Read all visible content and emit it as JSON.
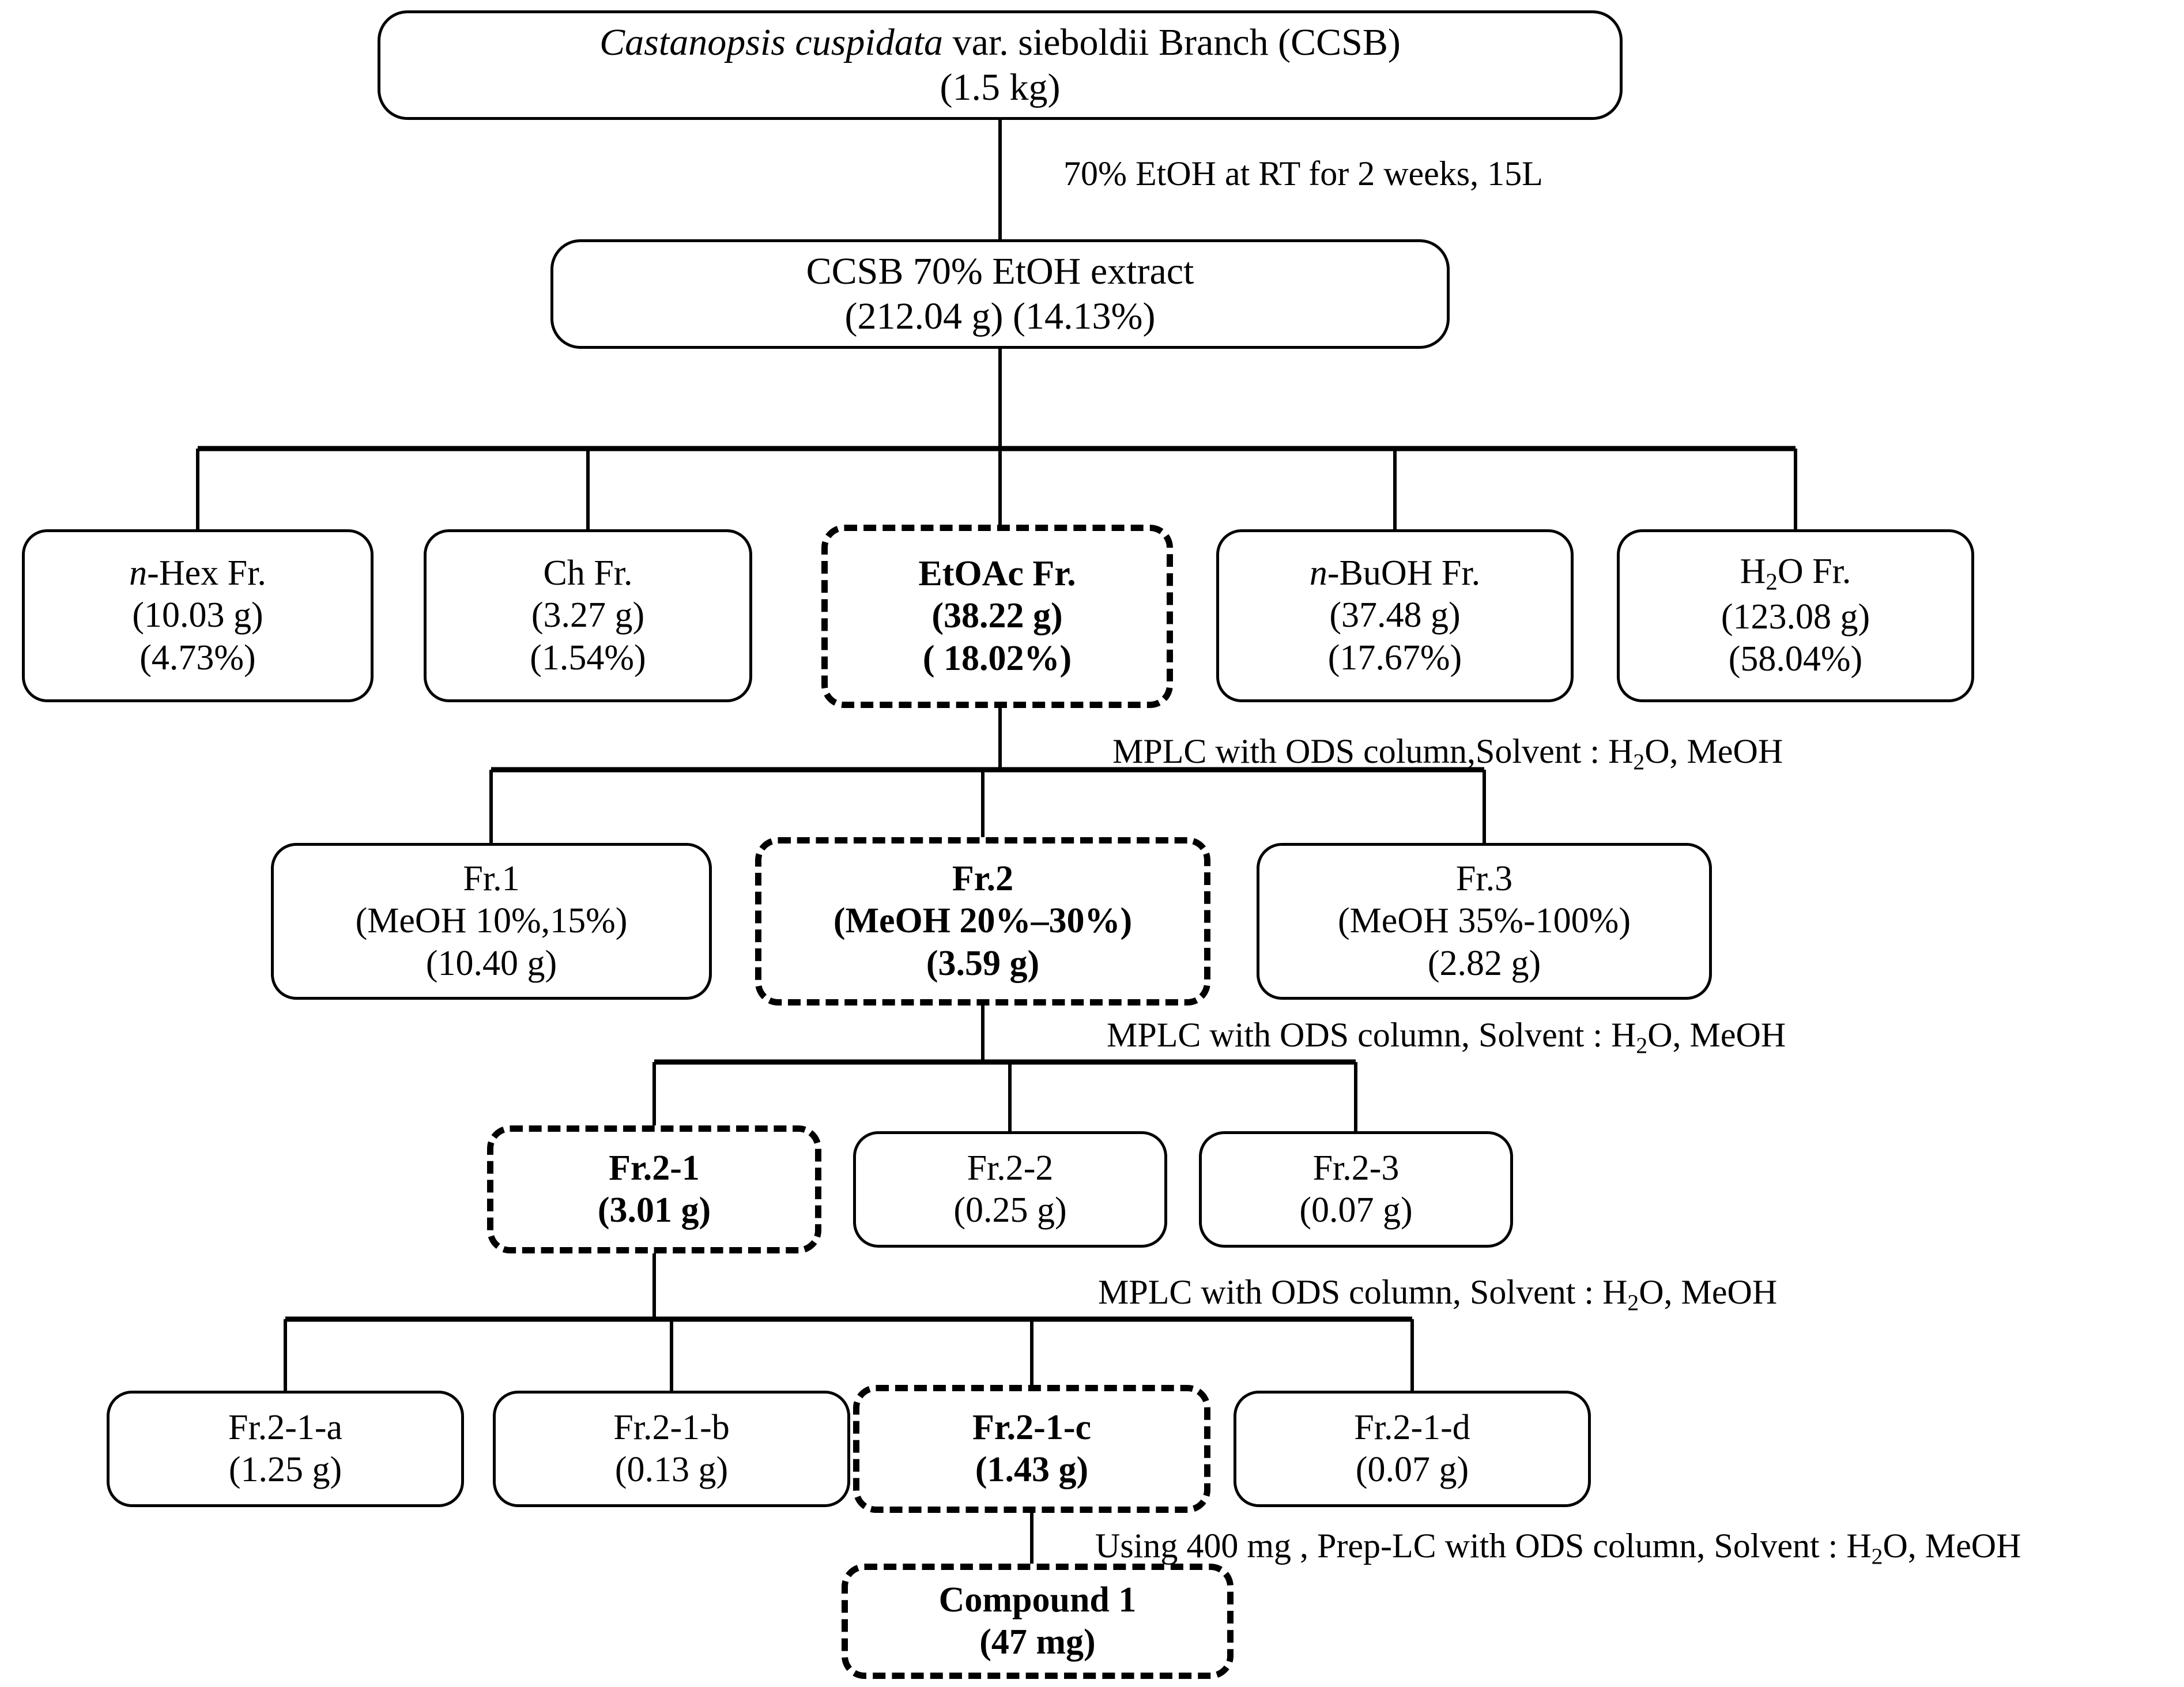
{
  "diagram": {
    "title": "Isolation scheme of Compound 1 from Castanopsis cuspidata var. sieboldii Branch",
    "type": "flowchart"
  },
  "nodes": {
    "root": {
      "line1_italic": "Castanopsis cuspidata",
      "line1_rest": " var. sieboldii Branch (CCSB)",
      "line2": "(1.5 kg)"
    },
    "extract": {
      "line1": "CCSB 70% EtOH extract",
      "line2": "(212.04  g) (14.13%)"
    },
    "hex": {
      "line1": "-Hex Fr.",
      "italic_prefix": "n",
      "line2": "(10.03  g)",
      "line3": "(4.73%)"
    },
    "ch": {
      "line1": "Ch Fr.",
      "line2": "(3.27 g)",
      "line3": "(1.54%)"
    },
    "etoac": {
      "line1": "EtOAc Fr.",
      "line2": "(38.22 g)",
      "line3": "( 18.02%)"
    },
    "buoh": {
      "line1": "-BuOH Fr.",
      "italic_prefix": "n",
      "line2": "(37.48 g)",
      "line3": "(17.67%)"
    },
    "h2o": {
      "line1_a": "H",
      "line1_sub": "2",
      "line1_b": "O Fr.",
      "line2": "(123.08 g)",
      "line3": "(58.04%)"
    },
    "fr1": {
      "line1": "Fr.1",
      "line2": "(MeOH 10%,15%)",
      "line3": "(10.40  g)"
    },
    "fr2": {
      "line1": "Fr.2",
      "line2": "(MeOH 20%–30%)",
      "line3": "(3.59 g)"
    },
    "fr3": {
      "line1": "Fr.3",
      "line2": "(MeOH 35%-100%)",
      "line3": "(2.82 g)"
    },
    "fr2_1": {
      "line1": "Fr.2-1",
      "line2": "(3.01 g)"
    },
    "fr2_2": {
      "line1": "Fr.2-2",
      "line2": "(0.25 g)"
    },
    "fr2_3": {
      "line1": "Fr.2-3",
      "line2": "(0.07 g)"
    },
    "fr2_1_a": {
      "line1": "Fr.2-1-a",
      "line2": "(1.25 g)"
    },
    "fr2_1_b": {
      "line1": "Fr.2-1-b",
      "line2": "(0.13 g)"
    },
    "fr2_1_c": {
      "line1": "Fr.2-1-c",
      "line2": "(1.43 g)"
    },
    "fr2_1_d": {
      "line1": "Fr.2-1-d",
      "line2": "(0.07 g)"
    },
    "compound": {
      "line1": "Compound 1",
      "line2": "(47 mg)"
    }
  },
  "captions": {
    "etoh": "70% EtOH at RT for 2 weeks, 15L",
    "mplc1_a": "MPLC with ODS column,Solvent : H",
    "mplc1_sub": "2",
    "mplc1_b": "O, MeOH",
    "mplc2_a": "MPLC with ODS column, Solvent : H",
    "mplc2_sub": "2",
    "mplc2_b": "O, MeOH",
    "mplc3_a": "MPLC with ODS column, Solvent : H",
    "mplc3_sub": "2",
    "mplc3_b": "O, MeOH",
    "preplc_a": "Using 400 mg , Prep-LC with ODS column, Solvent : H",
    "preplc_sub": "2",
    "preplc_b": "O, MeOH"
  },
  "style": {
    "line_color": "#000000",
    "box_fill": "#ffffff",
    "highlight_border": "dashed"
  }
}
